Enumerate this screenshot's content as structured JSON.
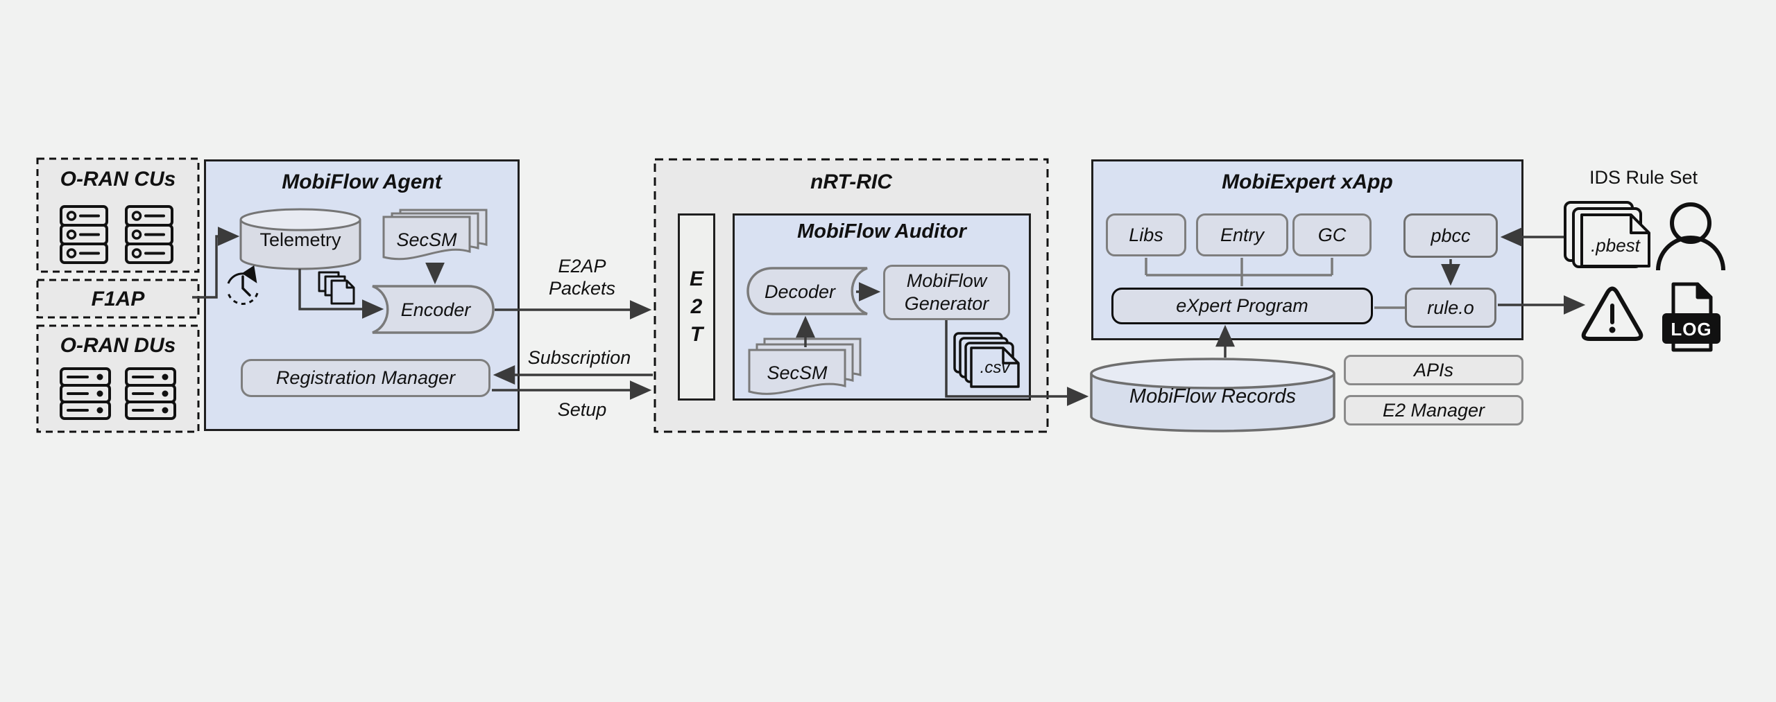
{
  "left_column": {
    "cus_title": "O-RAN CUs",
    "f1ap_title": "F1AP",
    "dus_title": "O-RAN DUs"
  },
  "agent": {
    "title": "MobiFlow Agent",
    "telemetry_label": "Telemetry",
    "secsm_label": "SecSM",
    "encoder_label": "Encoder",
    "registration_manager_label": "Registration Manager"
  },
  "links": {
    "e2ap_line1": "E2AP",
    "e2ap_line2": "Packets",
    "subscription": "Subscription",
    "setup": "Setup"
  },
  "ric": {
    "title": "nRT-RIC",
    "e2t": [
      "E",
      "2",
      "T"
    ],
    "auditor": {
      "title": "MobiFlow Auditor",
      "decoder_label": "Decoder",
      "generator_line1": "MobiFlow",
      "generator_line2": "Generator",
      "secsm_label": "SecSM",
      "csv_label": ".csv"
    }
  },
  "xapp": {
    "title": "MobiExpert xApp",
    "libs_label": "Libs",
    "entry_label": "Entry",
    "gc_label": "GC",
    "pbcc_label": "pbcc",
    "expert_label": "eXpert Program",
    "rule_label": "rule.o"
  },
  "records": {
    "label": "MobiFlow Records"
  },
  "platform": {
    "apis_label": "APIs",
    "e2_manager_label": "E2 Manager"
  },
  "right": {
    "ids_title": "IDS Rule Set",
    "pbest_label": ".pbest",
    "log_label": "LOG"
  },
  "icons": {
    "cu_server": "server-rack-icon",
    "du_server": "server-rack-icon",
    "clock": "scheduled-clock-icon",
    "pages": "documents-copy-icon",
    "csv_file": "csv-file-stack-icon",
    "pbest_file": "pbest-file-stack-icon",
    "person": "user-icon",
    "warning": "warning-triangle-icon",
    "log_file": "log-file-icon"
  },
  "colors": {
    "background": "#f1f2f1",
    "panel_gray": "#e9e9e9",
    "panel_blue": "#d9e1f2",
    "shape_fill": "#dadee9",
    "shape_stroke": "#7a7a7a",
    "border_dark": "#1f1f1f",
    "arrow": "#3b3b3b",
    "cylinder_top": "#e8ebf2"
  }
}
